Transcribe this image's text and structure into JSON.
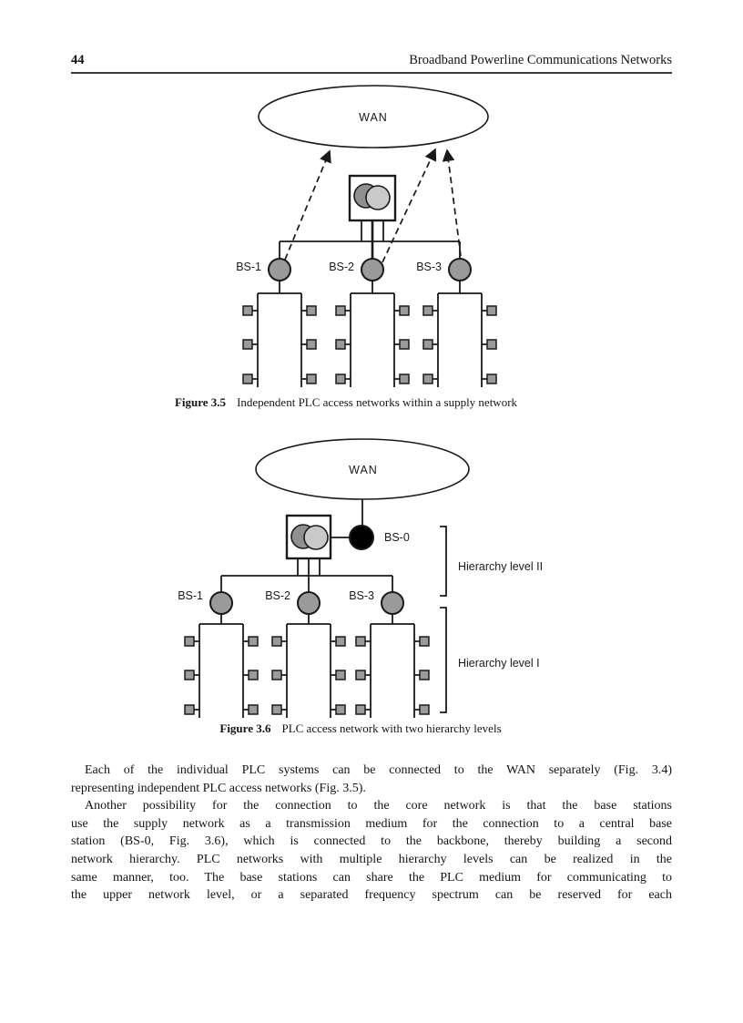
{
  "page": {
    "number": "44",
    "running_title": "Broadband Powerline Communications Networks"
  },
  "figures": {
    "fig35": {
      "wan": "WAN",
      "bs1": "BS-1",
      "bs2": "BS-2",
      "bs3": "BS-3",
      "caption_label": "Figure 3.5",
      "caption": "Independent PLC access networks within a supply network"
    },
    "fig36": {
      "wan": "WAN",
      "bs0": "BS-0",
      "bs1": "BS-1",
      "bs2": "BS-2",
      "bs3": "BS-3",
      "hierarchy_level_2": "Hierarchy level II",
      "hierarchy_level_1": "Hierarchy level I",
      "caption_label": "Figure 3.6",
      "caption": "PLC access network with two hierarchy levels"
    }
  },
  "body": {
    "paragraph1_lines": [
      "Each of the individual PLC systems can be connected to the WAN separately (Fig. 3.4)",
      "representing independent PLC access networks (Fig. 3.5)."
    ],
    "paragraph2_lines": [
      "Another possibility for the connection to the core network is that the base stations",
      "use the supply network as a transmission medium for the connection to a central base",
      "station (BS-0, Fig. 3.6), which is connected to the backbone, thereby building a second",
      "network hierarchy. PLC networks with multiple hierarchy levels can be realized in the",
      "same manner, too. The base stations can share the PLC medium for communicating to",
      "the upper network level, or a separated frequency spectrum can be reserved for each"
    ]
  },
  "colors": {
    "station_gray": "#9a9a9a",
    "unit_dark_gray": "#8f8f8f",
    "unit_light_gray": "#c9c9c9",
    "bs0_black": "#000000",
    "line_black": "#1a1a1a"
  }
}
